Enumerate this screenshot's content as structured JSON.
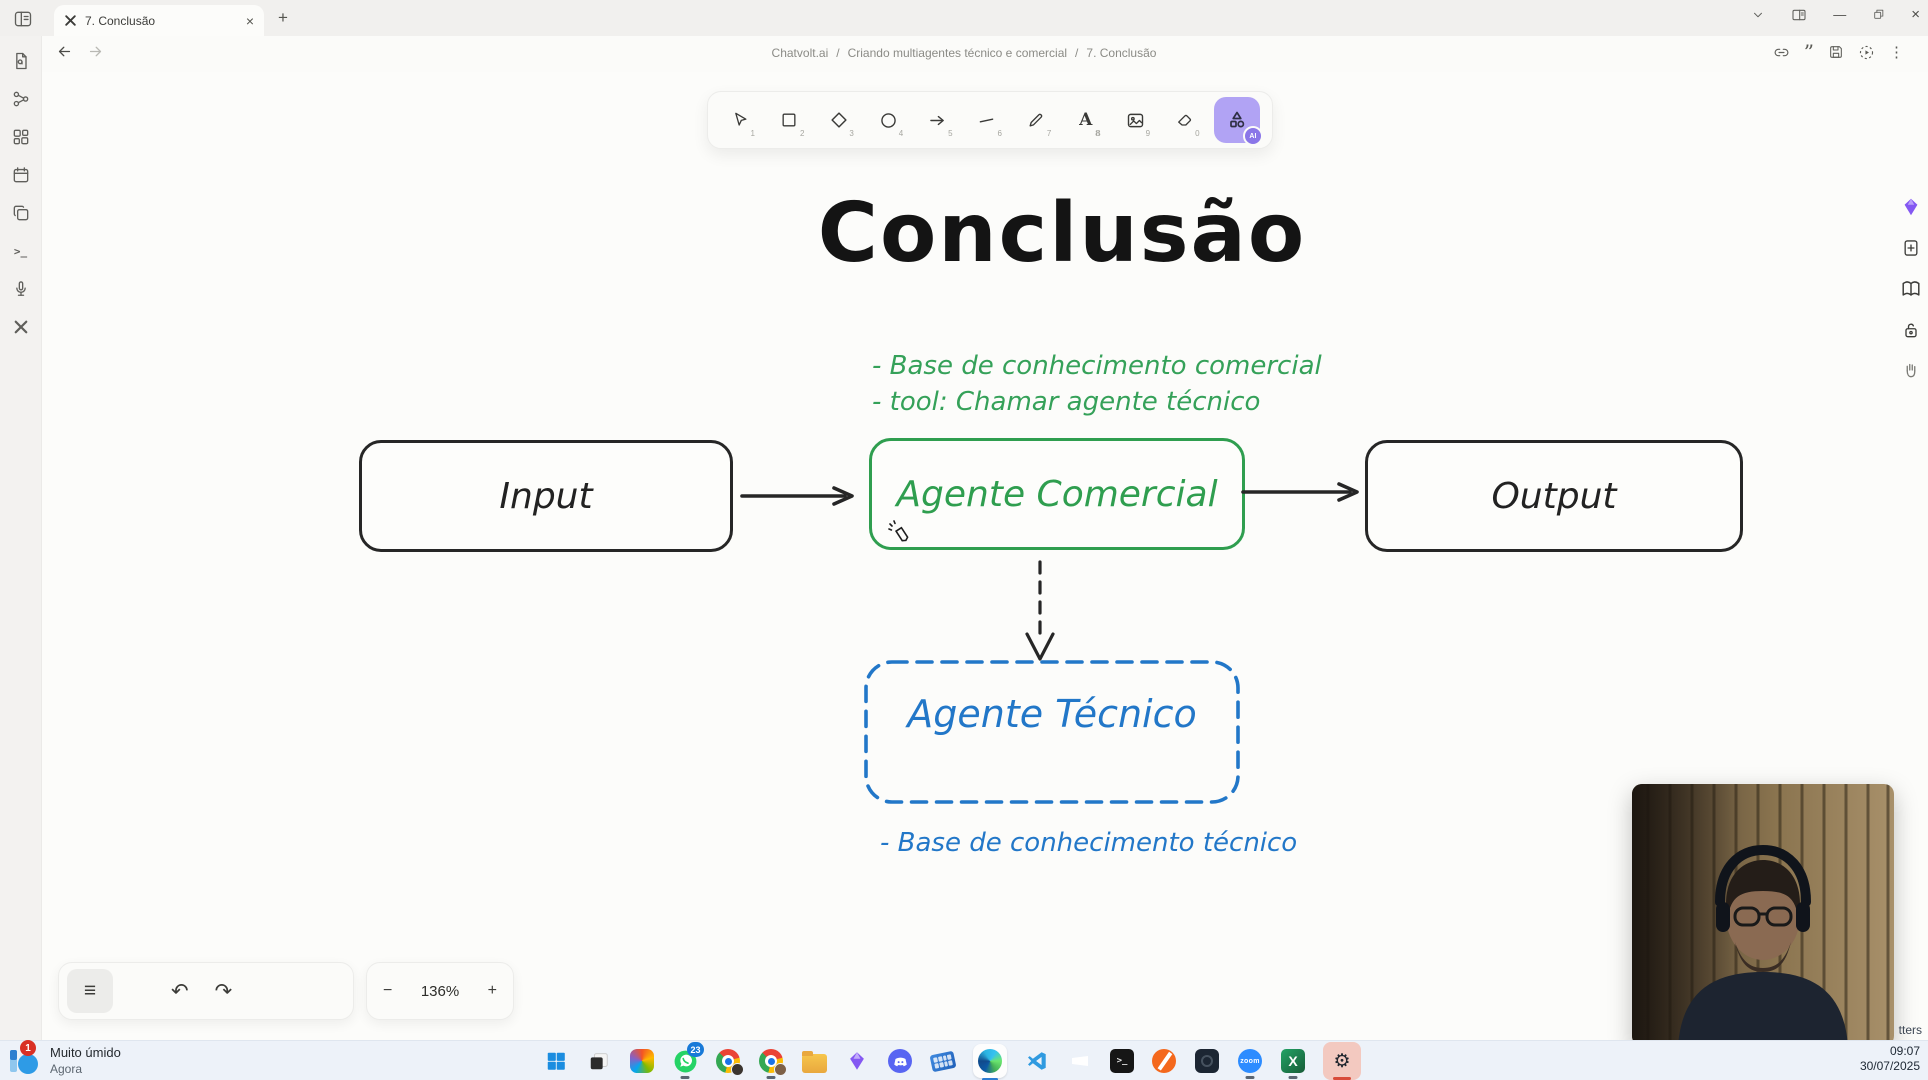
{
  "colors": {
    "accent_purple": "#b1a3f4",
    "diagram_green": "#2f9e4f",
    "diagram_blue": "#2277c8",
    "ink": "#262626",
    "badge_red": "#d93025",
    "whatsapp_badge_blue": "#1779d8",
    "edge_active_underline": "#2b7cd3"
  },
  "glyphs": {
    "close_tab": "×",
    "new_tab": "+",
    "window_minimize": "—",
    "window_close": "×",
    "undo": "↶",
    "redo": "↷",
    "hamburger": "≡",
    "zoom_out": "−",
    "zoom_in": "+",
    "kebab": "⋮",
    "quote": "”",
    "terminal_prompt": ">_",
    "gear": "⚙",
    "text_tool": "A"
  },
  "tab_bar": {
    "active_tab_title": "7. Conclusão"
  },
  "header": {
    "breadcrumb_workspace": "Chatvolt.ai",
    "breadcrumb_sep1": "/",
    "breadcrumb_doc": "Criando multiagentes técnico e comercial",
    "breadcrumb_sep2": "/",
    "breadcrumb_page": "7. Conclusão"
  },
  "toolbar": {
    "hints": {
      "select": "1",
      "square": "2",
      "diamond": "3",
      "ellipse": "4",
      "arrow": "5",
      "line": "6",
      "pen": "7",
      "text": "8",
      "image": "9",
      "eraser": "0"
    },
    "shapes_badge": "AI"
  },
  "canvas": {
    "title": "Conclusão",
    "note_commercial_1": "- Base de conhecimento comercial",
    "note_commercial_2": "- tool: Chamar agente técnico",
    "node_input": "Input",
    "node_commercial": "Agente Comercial",
    "node_output": "Output",
    "node_technical": "Agente Técnico",
    "note_technical": "- Base de conhecimento técnico"
  },
  "bottom_bar": {
    "zoom_level": "136%"
  },
  "taskbar": {
    "weather_badge": "1",
    "weather_title": "Muito úmido",
    "weather_subtitle": "Agora",
    "whatsapp_badge": "23",
    "zoom_app_label": "zoom",
    "excel_label": "X",
    "clock_time": "09:07",
    "clock_date": "30/07/2025",
    "partial_text": "tters"
  }
}
